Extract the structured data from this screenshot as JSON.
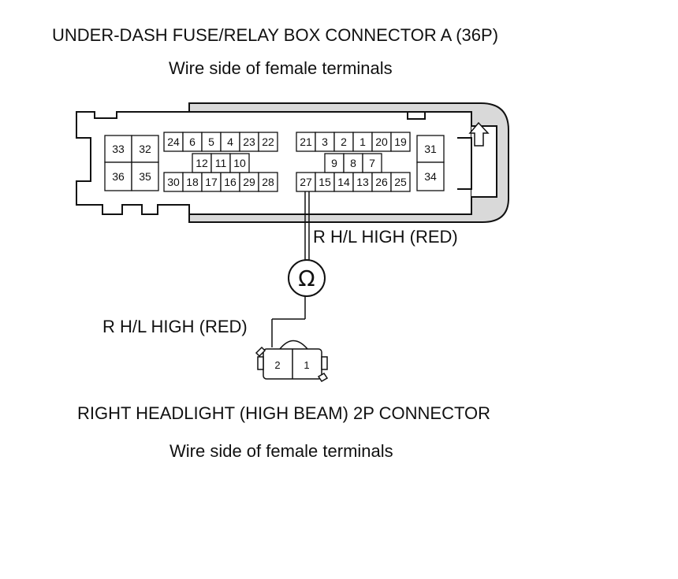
{
  "connector_a": {
    "title": "UNDER-DASH FUSE/RELAY BOX CONNECTOR A (36P)",
    "subtitle": "Wire side of female terminals",
    "terminals": {
      "left_block": [
        "33",
        "32",
        "36",
        "35"
      ],
      "row_top_left": [
        "24",
        "6",
        "5",
        "4",
        "23",
        "22"
      ],
      "row_mid_left": [
        "12",
        "11",
        "10"
      ],
      "row_bot_left": [
        "30",
        "18",
        "17",
        "16",
        "29",
        "28"
      ],
      "row_top_right": [
        "21",
        "3",
        "2",
        "1",
        "20",
        "19"
      ],
      "row_mid_right": [
        "9",
        "8",
        "7"
      ],
      "row_bot_right": [
        "27",
        "15",
        "14",
        "13",
        "26",
        "25"
      ],
      "right_block": [
        "31",
        "34"
      ]
    },
    "lock_icon": "up-arrow-icon"
  },
  "wire": {
    "label_top": "R H/L HIGH (RED)",
    "label_bottom": "R H/L HIGH (RED)",
    "meter_symbol": "Ω",
    "meter_icon": "ohmmeter-icon"
  },
  "connector_b": {
    "title": "RIGHT HEADLIGHT (HIGH BEAM) 2P CONNECTOR",
    "subtitle": "Wire side of female terminals",
    "terminals": [
      "2",
      "1"
    ]
  }
}
